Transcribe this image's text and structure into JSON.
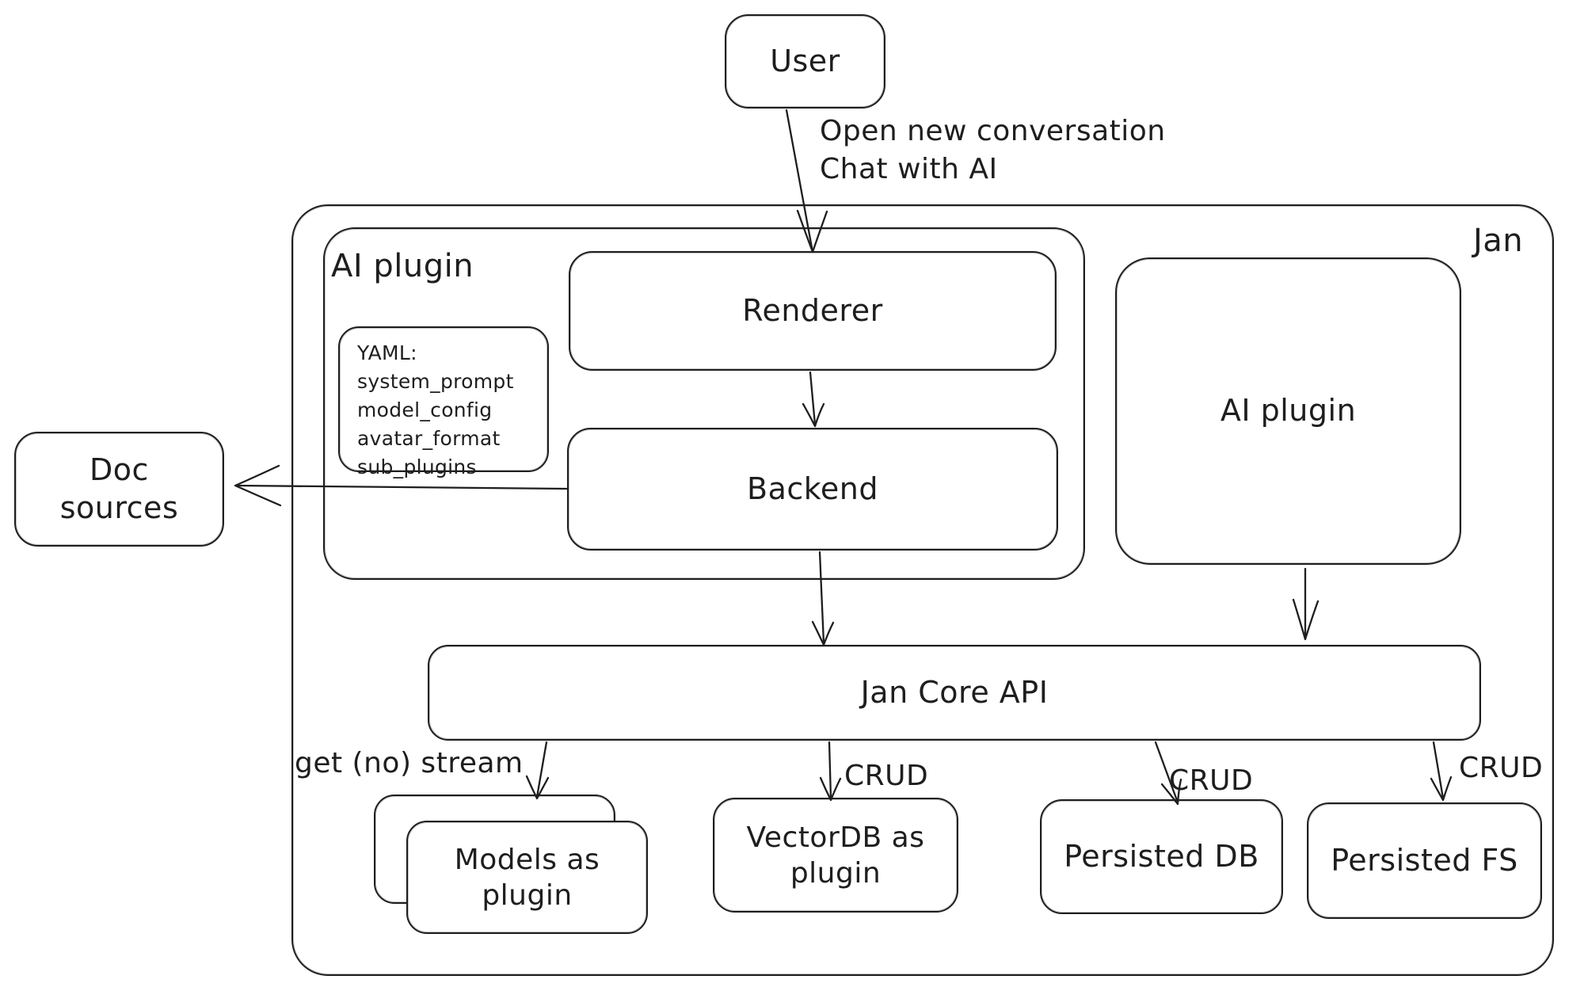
{
  "diagram": {
    "colors": {
      "stroke": "#1e1e1e",
      "background": "#ffffff"
    },
    "nodes": {
      "user": {
        "label": "User"
      },
      "jan_container": {
        "label": "Jan"
      },
      "ai_plugin_left": {
        "label": "AI plugin"
      },
      "yaml_note": {
        "lines": [
          "YAML:",
          "system_prompt",
          "model_config",
          "avatar_format",
          "sub_plugins"
        ]
      },
      "renderer": {
        "label": "Renderer"
      },
      "backend": {
        "label": "Backend"
      },
      "ai_plugin_right": {
        "label": "AI plugin"
      },
      "doc_sources": {
        "label": "Doc sources"
      },
      "jan_core_api": {
        "label": "Jan Core API"
      },
      "models_as_plugin": {
        "label": "Models as plugin"
      },
      "vectordb_as_plugin": {
        "label": "VectorDB as plugin"
      },
      "persisted_db": {
        "label": "Persisted DB"
      },
      "persisted_fs": {
        "label": "Persisted FS"
      }
    },
    "edge_labels": {
      "user_to_renderer_line1": "Open new conversation",
      "user_to_renderer_line2": "Chat with AI",
      "core_to_models": "get (no) stream",
      "core_to_vectordb": "CRUD",
      "core_to_persisted_db": "CRUD",
      "core_to_persisted_fs": "CRUD"
    },
    "edges": [
      {
        "from": "user",
        "to": "renderer",
        "label": "Open new conversation / Chat with AI"
      },
      {
        "from": "renderer",
        "to": "backend",
        "label": ""
      },
      {
        "from": "backend",
        "to": "doc_sources",
        "label": ""
      },
      {
        "from": "backend",
        "to": "jan_core_api",
        "label": ""
      },
      {
        "from": "ai_plugin_right",
        "to": "jan_core_api",
        "label": ""
      },
      {
        "from": "jan_core_api",
        "to": "models_as_plugin",
        "label": "get (no) stream"
      },
      {
        "from": "jan_core_api",
        "to": "vectordb_as_plugin",
        "label": "CRUD"
      },
      {
        "from": "jan_core_api",
        "to": "persisted_db",
        "label": "CRUD"
      },
      {
        "from": "jan_core_api",
        "to": "persisted_fs",
        "label": "CRUD"
      }
    ]
  }
}
